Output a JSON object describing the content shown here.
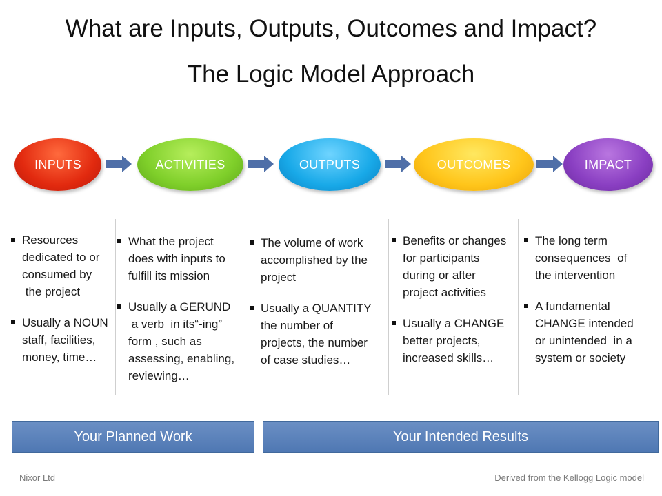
{
  "title": "What are Inputs, Outputs, Outcomes and Impact?",
  "subtitle": "The Logic Model Approach",
  "stages": [
    {
      "label": "INPUTS",
      "color": "#e22a0f"
    },
    {
      "label": "ACTIVITIES",
      "color": "#7fcf2a"
    },
    {
      "label": "OUTPUTS",
      "color": "#18a9e8"
    },
    {
      "label": "OUTCOMES",
      "color": "#ffc51a"
    },
    {
      "label": "IMPACT",
      "color": "#8a3fc2"
    }
  ],
  "arrow_color": "#4f6fa8",
  "columns": [
    {
      "bullets": [
        {
          "lines": [
            "Resources",
            "dedicated to or",
            "consumed by",
            " the project"
          ]
        },
        {
          "lines": [
            "Usually a NOUN",
            "staff, facilities,",
            "money, time…"
          ]
        }
      ]
    },
    {
      "bullets": [
        {
          "lines": [
            "What the project",
            "does with inputs to",
            "fulfill its mission"
          ]
        },
        {
          "lines": [
            "Usually a GERUND",
            " a verb  in its“-ing”",
            "form , such as",
            "assessing, enabling,",
            "reviewing…"
          ]
        }
      ]
    },
    {
      "bullets": [
        {
          "lines": [
            "The volume of work",
            "accomplished by the",
            "project"
          ]
        },
        {
          "lines": [
            "Usually a QUANTITY",
            "the number of",
            "projects, the number",
            "of case studies…"
          ]
        }
      ]
    },
    {
      "bullets": [
        {
          "lines": [
            "Benefits or changes",
            "for participants",
            "during or after",
            "project activities"
          ]
        },
        {
          "lines": [
            "Usually a CHANGE",
            "better projects,",
            "increased skills…"
          ]
        }
      ]
    },
    {
      "bullets": [
        {
          "lines": [
            "The long term",
            "consequences  of",
            "the intervention"
          ]
        },
        {
          "lines": [
            "A fundamental",
            "CHANGE intended",
            "or unintended  in a",
            "system or society"
          ]
        }
      ]
    }
  ],
  "bars": {
    "planned": "Your Planned Work",
    "intended": "Your Intended Results"
  },
  "footer": {
    "left": "Nixor Ltd",
    "right": "Derived from the Kellogg Logic model"
  }
}
